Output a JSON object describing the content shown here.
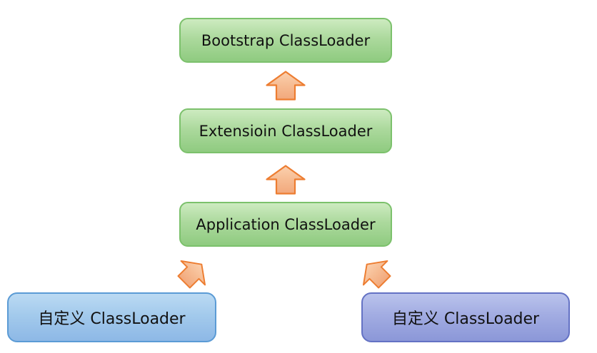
{
  "diagram": {
    "description": "ClassLoader hierarchy diagram",
    "nodes": {
      "bootstrap": {
        "label": "Bootstrap ClassLoader"
      },
      "extension": {
        "label": "Extensioin ClassLoader"
      },
      "application": {
        "label": "Application ClassLoader"
      },
      "custom_left": {
        "label": "自定义 ClassLoader"
      },
      "custom_right": {
        "label": "自定义 ClassLoader"
      }
    },
    "arrows": [
      {
        "icon": "up-arrow-icon",
        "from": "extension",
        "to": "bootstrap"
      },
      {
        "icon": "up-arrow-icon",
        "from": "application",
        "to": "extension"
      },
      {
        "icon": "up-right-arrow-icon",
        "from": "custom_left",
        "to": "application"
      },
      {
        "icon": "up-left-arrow-icon",
        "from": "custom_right",
        "to": "application"
      }
    ],
    "colors": {
      "background": "#FFFFFF",
      "text": "#111111",
      "green_fill_top": "#CDEBC0",
      "green_fill_bottom": "#8FCB80",
      "green_border": "#7CC16C",
      "blue_fill_top": "#BBDAF3",
      "blue_fill_bottom": "#8DB8E6",
      "blue_border": "#5B9BD5",
      "purple_fill_top": "#BAC3EC",
      "purple_fill_bottom": "#8B97D8",
      "purple_border": "#6472C4",
      "arrow_fill_top": "#FBD0AE",
      "arrow_fill_bottom": "#F2A87C",
      "arrow_border": "#ED7D31"
    }
  }
}
